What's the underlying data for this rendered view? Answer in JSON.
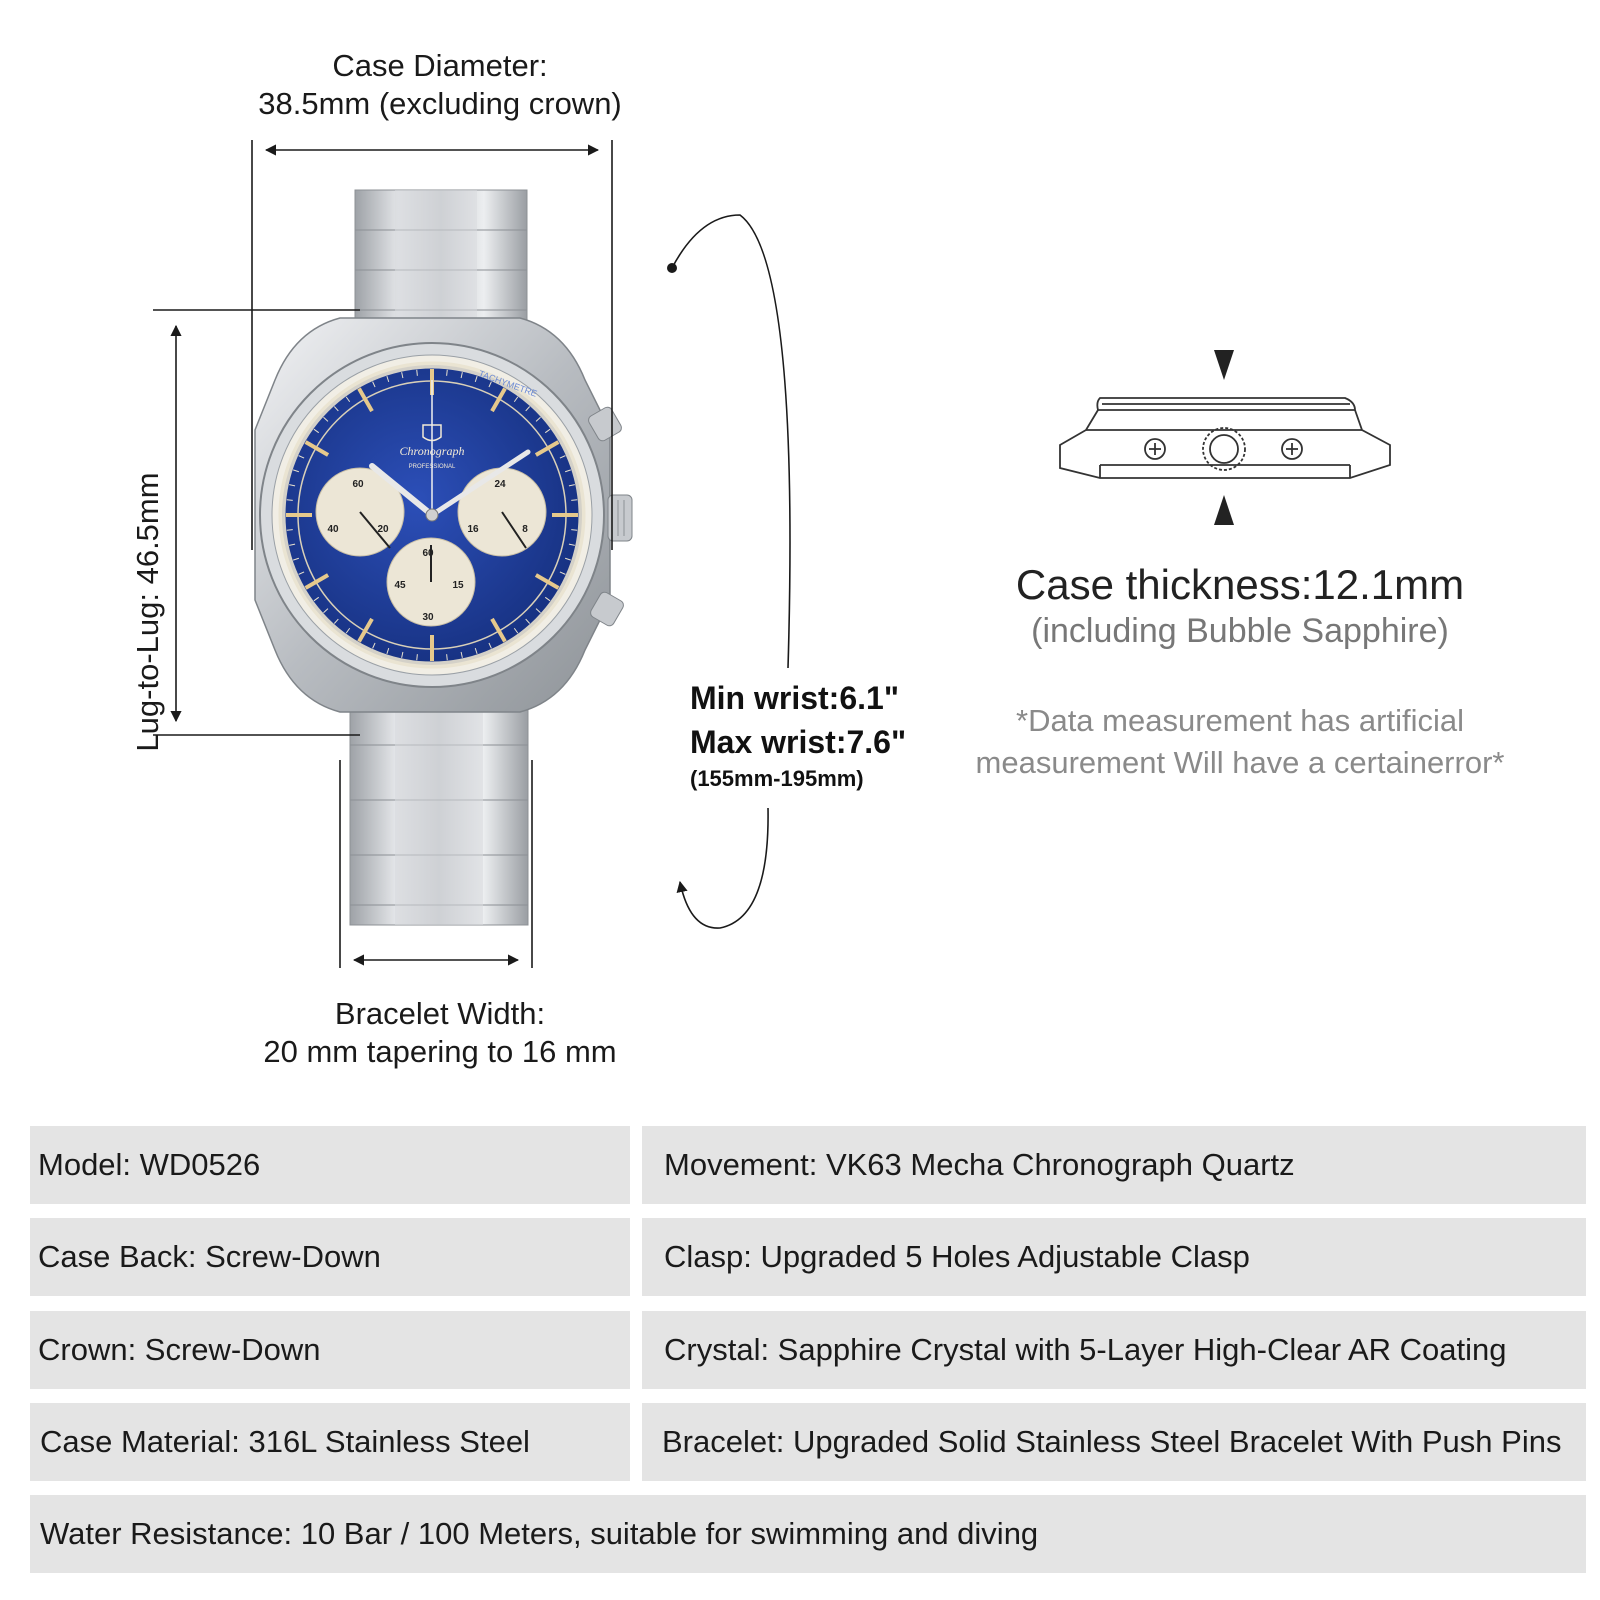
{
  "dimensions": {
    "case_diameter": {
      "label": "Case Diameter:",
      "value": "38.5mm (excluding crown)"
    },
    "lug_to_lug": "Lug-to-Lug: 46.5mm",
    "bracelet_width": {
      "label": "Bracelet Width:",
      "value": "20 mm tapering to 16 mm"
    },
    "wrist": {
      "min": "Min wrist:6.1\"",
      "max": "Max wrist:7.6\"",
      "range": "(155mm-195mm)"
    },
    "case_thickness": {
      "value": "Case thickness:12.1mm",
      "note": "(including Bubble Sapphire)"
    },
    "disclaimer": {
      "line1": "*Data measurement has artificial",
      "line2": "measurement Will have a certainerror*"
    }
  },
  "dial": {
    "logo_text": "Chronograph",
    "sub_text": "PROFESSIONAL",
    "ring_text": "TACHYMETRE",
    "subdial_left": [
      "60",
      "20",
      "40"
    ],
    "subdial_right": [
      "24",
      "8",
      "16"
    ],
    "subdial_bottom": [
      "60",
      "15",
      "30",
      "45"
    ],
    "colors": {
      "dial": "#1f3fa0",
      "subdial": "#ece6d6",
      "steel": "#c9ccd0"
    }
  },
  "specs": [
    {
      "left": "Model: WD0526",
      "right": "Movement: VK63 Mecha Chronograph Quartz"
    },
    {
      "left": "Case Back: Screw-Down",
      "right": "Clasp: Upgraded 5 Holes Adjustable Clasp"
    },
    {
      "left": "Crown: Screw-Down",
      "right": "Crystal: Sapphire Crystal with 5-Layer High-Clear AR Coating"
    },
    {
      "left": "Case Material: 316L Stainless Steel",
      "right": "Bracelet: Upgraded Solid Stainless Steel Bracelet With Push Pins"
    }
  ],
  "water_resistance": "Water Resistance: 10 Bar / 100 Meters, suitable for swimming and diving"
}
